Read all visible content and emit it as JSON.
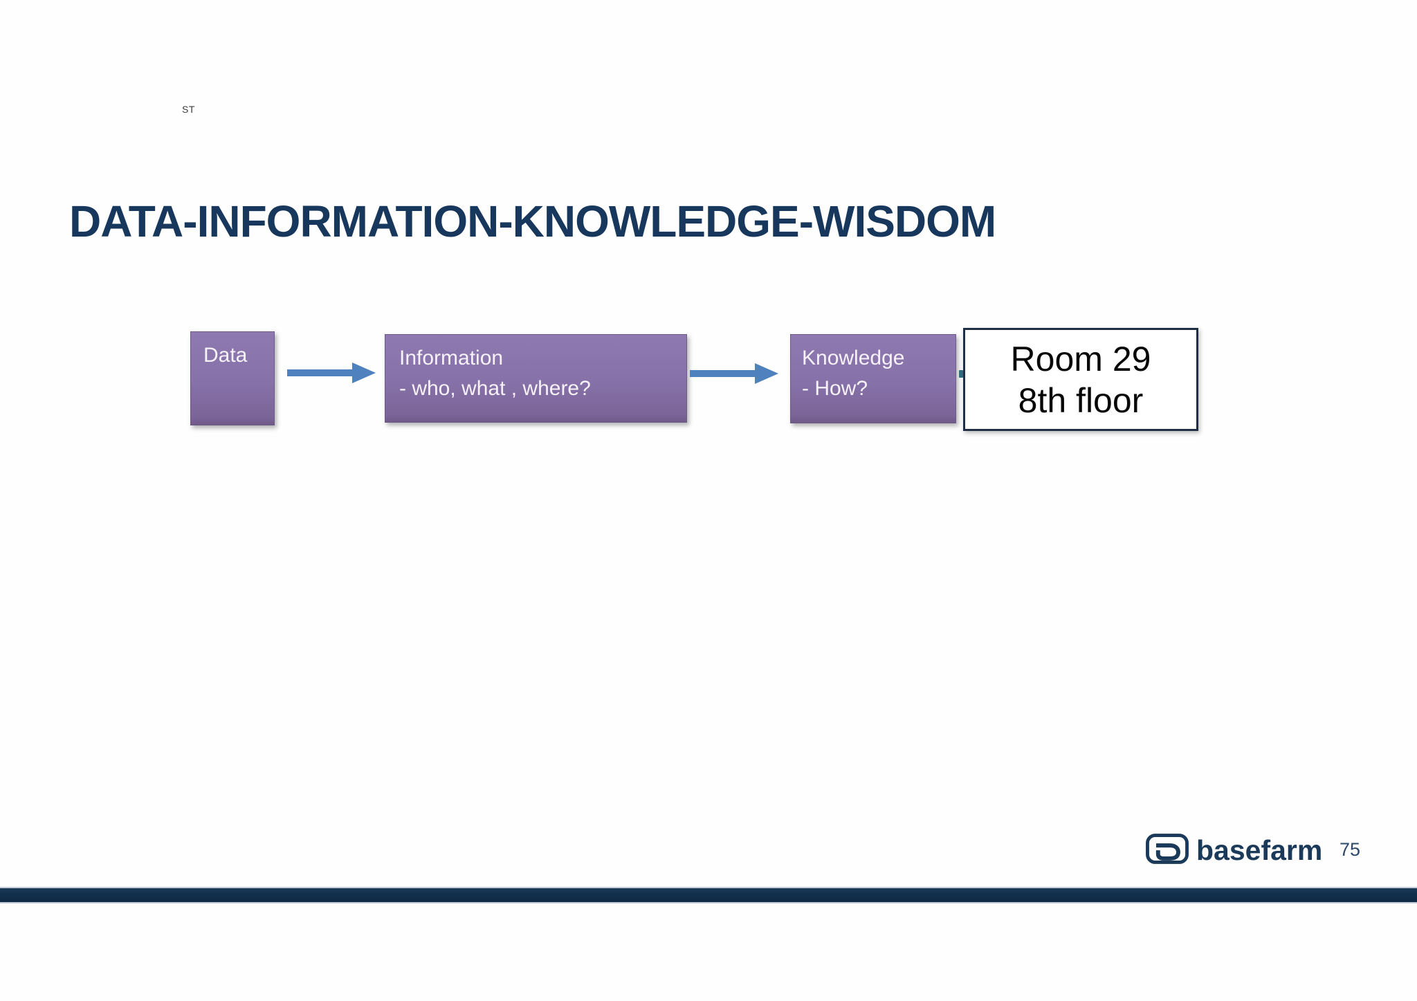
{
  "slide": {
    "corner_label": "ST",
    "title": "DATA-INFORMATION-KNOWLEDGE-WISDOM",
    "brand": "basefarm",
    "page_number": "75"
  },
  "diagram": {
    "boxes": [
      {
        "id": "data",
        "title": "Data",
        "subtitle": ""
      },
      {
        "id": "information",
        "title": "Information",
        "subtitle": "- who, what , where?"
      },
      {
        "id": "knowledge",
        "title": "Knowledge",
        "subtitle": "- How?"
      }
    ],
    "annotation": {
      "line1": "Room 29",
      "line2": "8th floor"
    },
    "colors": {
      "box_purple_top": "#8f79b1",
      "box_purple_bottom": "#7b6497",
      "arrow_blue": "#4e81bd",
      "title_navy": "#17375c",
      "bar_navy": "#132f4c",
      "room_border": "#1d2e45"
    }
  }
}
